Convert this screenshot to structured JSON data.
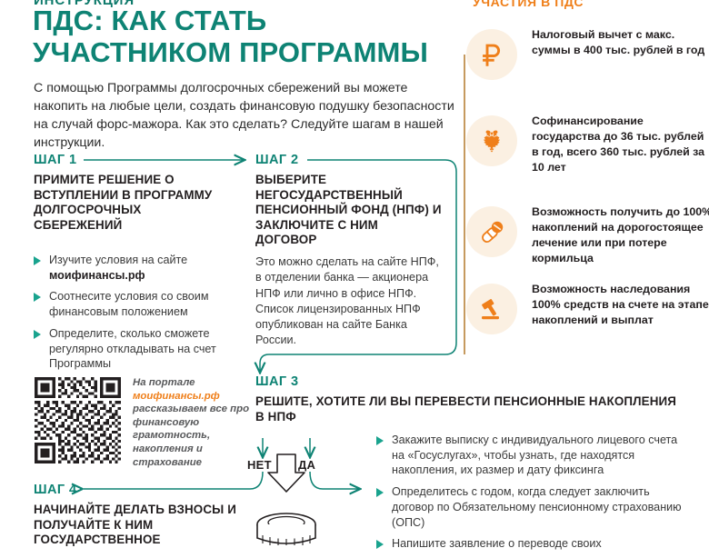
{
  "header": {
    "kicker": "ИНСТРУКЦИЯ",
    "title_line1": "ПДС: КАК СТАТЬ",
    "title_line2": "УЧАСТНИКОМ ПРОГРАММЫ",
    "lede": "С помощью Программы долгосрочных сбережений вы можете накопить на любые цели, создать финансовую подушку безопасности на случай форс-мажора. Как это сделать? Следуйте шагам в нашей инструкции."
  },
  "steps": [
    {
      "label": "ШАГ 1",
      "heading": "ПРИМИТЕ РЕШЕНИЕ О ВСТУПЛЕНИИ В ПРОГРАММУ ДОЛГОСРОЧНЫХ СБЕРЕЖЕНИЙ",
      "bullets": [
        {
          "text": "Изучите условия на сайте ",
          "strong": "моифинансы.рф"
        },
        {
          "text": "Соотнесите условия со своим финансовым положением",
          "strong": ""
        },
        {
          "text": "Определите, сколько сможете регулярно откладывать на счет Программы",
          "strong": ""
        }
      ]
    },
    {
      "label": "ШАГ 2",
      "heading": "ВЫБЕРИТЕ НЕГОСУДАРСТВЕННЫЙ ПЕНСИОННЫЙ ФОНД (НПФ) И ЗАКЛЮЧИТЕ С НИМ ДОГОВОР",
      "body": "Это можно сделать на сайте НПФ, в отделении банка — акционера НПФ или лично в офисе НПФ. Список лицензированных НПФ опубликован на сайте Банка России."
    },
    {
      "label": "ШАГ 3",
      "heading": "РЕШИТЕ, ХОТИТЕ ЛИ ВЫ ПЕРЕВЕСТИ ПЕНСИОННЫЕ НАКОПЛЕНИЯ В НПФ",
      "branch_no": "НЕТ",
      "branch_yes": "ДА",
      "bullets": [
        {
          "text": "Закажите выписку с индивидуального лицевого счета на «Госуслугах», чтобы узнать, где находятся накопления, их размер и дату фиксинга",
          "strong": ""
        },
        {
          "text": "Определитесь с годом, когда следует заключить договор по Обязательному пенсионному страхованию (ОПС)",
          "strong": ""
        },
        {
          "text": "Напишите заявление о переводе своих",
          "strong": ""
        }
      ]
    },
    {
      "label": "ШАГ 4",
      "heading": "НАЧИНАЙТЕ ДЕЛАТЬ ВЗНОСЫ И ПОЛУЧАЙТЕ К НИМ ГОСУДАРСТВЕННОЕ"
    }
  ],
  "qr": {
    "icon": "qr-code",
    "line1": "На портале",
    "brand": "моифинансы.рф",
    "line2": "рассказываем все про финансовую грамотность, накопления и страхование"
  },
  "panel": {
    "title": "УЧАСТИЯ В ПДС",
    "benefits": [
      {
        "icon": "ruble-icon",
        "text": "Налоговый вычет с макс. суммы в 400 тыс. рублей в год"
      },
      {
        "icon": "double-headed-eagle-icon",
        "text": "Софинансирование государства до 36 тыс. рублей в год, всего 360 тыс. рублей за 10 лет"
      },
      {
        "icon": "pills-icon",
        "text": "Возможность получить до 100% накоплений на дорогостоящее лечение или при потере кормильца"
      },
      {
        "icon": "gavel-icon",
        "text": "Возможность наследования 100% средств на счете на этапе накоплений и выплат"
      }
    ]
  },
  "icons": {
    "coin": "coin-icon",
    "down-arrow": "down-arrow-icon",
    "bullet": "triangle-bullet-icon"
  },
  "colors": {
    "teal": "#0e8374",
    "teal_bright": "#19a38e",
    "orange": "#ef7f1a",
    "cream": "#fbf0e2",
    "line_brown": "#c69a5f",
    "ink": "#231f20"
  }
}
